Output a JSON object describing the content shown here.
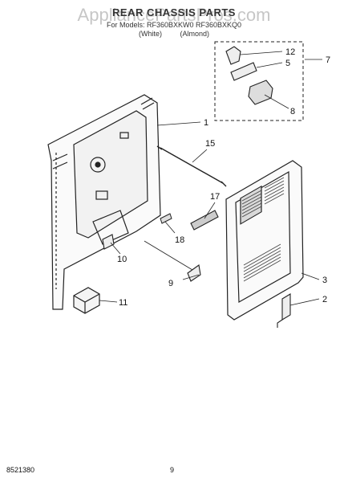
{
  "header": {
    "watermark": "AppliancePartsPros.com",
    "title": "REAR CHASSIS PARTS",
    "model_line": "For Models: RF360BXKW0 RF360BXKQ0",
    "variants": [
      "(White)",
      "(Almond)"
    ]
  },
  "callouts": {
    "c1": "1",
    "c2": "2",
    "c3": "3",
    "c5": "5",
    "c7": "7",
    "c8": "8",
    "c9": "9",
    "c10": "10",
    "c11": "11",
    "c12": "12",
    "c15": "15",
    "c17": "17",
    "c18": "18"
  },
  "footer": {
    "part_number": "8521380",
    "page": "9"
  }
}
